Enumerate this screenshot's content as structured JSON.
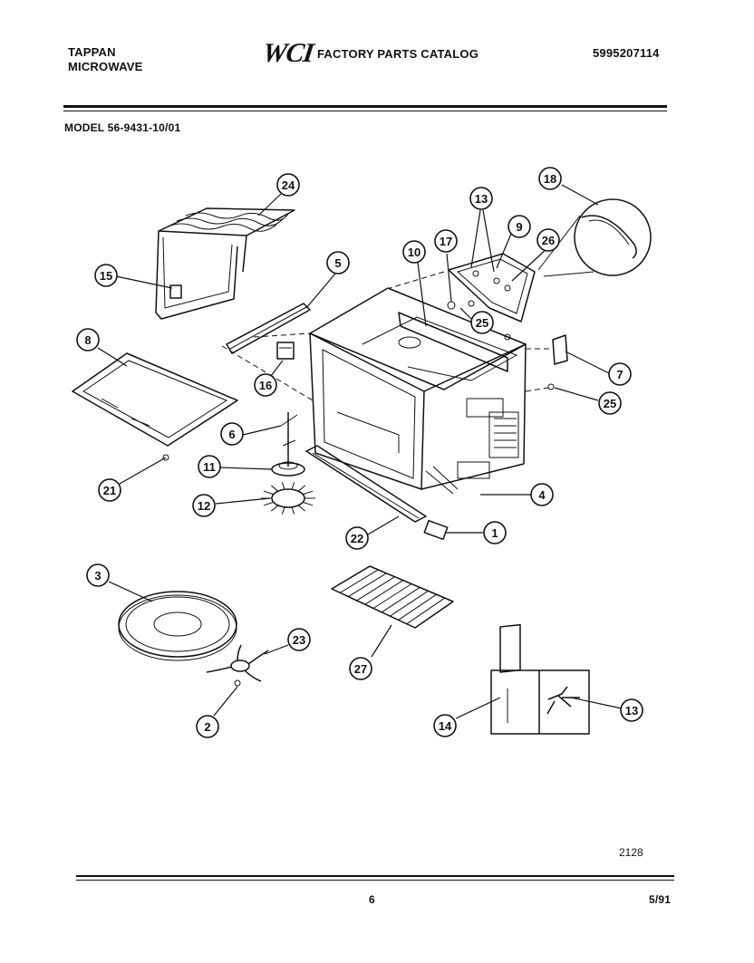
{
  "header": {
    "brand_line1": "TAPPAN",
    "brand_line2": "MICROWAVE",
    "logo": "WCI",
    "catalog_title": "FACTORY PARTS CATALOG",
    "catalog_number": "5995207114"
  },
  "model": "MODEL 56-9431-10/01",
  "figure_code": "2128",
  "footer": {
    "page": "6",
    "date": "5/91"
  },
  "callouts": [
    "24",
    "15",
    "5",
    "8",
    "16",
    "6",
    "21",
    "11",
    "12",
    "10",
    "17",
    "13",
    "9",
    "26",
    "18",
    "25",
    "7",
    "25",
    "4",
    "1",
    "22",
    "3",
    "23",
    "2",
    "27",
    "14",
    "13"
  ]
}
